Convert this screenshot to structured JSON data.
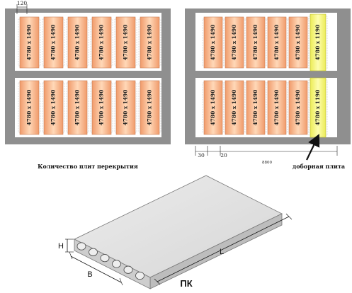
{
  "left_plan": {
    "dimension_top": "120",
    "plate_label": "4780 x 1490",
    "caption": "Количество плит перекрытия"
  },
  "right_plan": {
    "plate_label": "4780 x 1490",
    "extra_plate_label": "4780 x 1190",
    "dim_left_1": "30",
    "dim_left_2": "20",
    "dim_total": "8800",
    "extra_plate_caption": "доборная плита"
  },
  "slab": {
    "label_h": "H",
    "label_b": "B",
    "label_l": "L",
    "title": "ПК"
  },
  "colors": {
    "wall": "#8f8f8f",
    "plate_fill": "#f3a274",
    "plate_light": "#ffdcc0",
    "plate_stroke": "#c67f57",
    "extra_plate": "#f4f47a",
    "slab_top": "#e2e2e2",
    "slab_side": "#c9c9c9"
  }
}
